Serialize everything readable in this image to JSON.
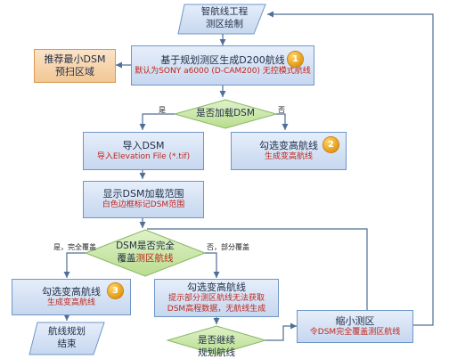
{
  "nodes": {
    "start": {
      "line1": "智航线工程",
      "line2": "测区绘制"
    },
    "generate": {
      "title": "基于规划测区生成D200航线",
      "sub": "默认为SONY a6000 (D-CAM200) 无控模式航线",
      "badge": "1"
    },
    "recommend": {
      "line1": "推荐最小DSM",
      "line2": "预扫区域"
    },
    "decision_dsm": {
      "text": "是否加载DSM"
    },
    "import": {
      "title": "导入DSM",
      "sub": "导入Elevation File (*.tif)"
    },
    "select_right": {
      "title": "勾选变高航线",
      "sub": "生成变高航线",
      "badge": "2"
    },
    "show_range": {
      "title": "显示DSM加载范围",
      "sub": "白色边框标记DSM范围"
    },
    "decision_cover": {
      "line1": "DSM是否完全",
      "line2a": "覆盖",
      "line2b": "测区航线"
    },
    "select_left": {
      "title": "勾选变高航线",
      "sub": "生成变高航线",
      "badge": "3"
    },
    "select_mid": {
      "title": "勾选变高航线",
      "sub1": "提示部分测区航线无法获取",
      "sub2": "DSM高程数据，无航线生成"
    },
    "shrink": {
      "title": "缩小测区",
      "sub": "令DSM完全覆盖测区航线"
    },
    "end": {
      "line1": "航线规划",
      "line2": "结束"
    },
    "decision_continue": {
      "line1": "是否继续",
      "line2": "规划航线"
    }
  },
  "labels": {
    "yes1": "是",
    "no1": "否",
    "yes_full": "是，完全覆盖",
    "no_partial": "否，部分覆盖"
  },
  "colors": {
    "arrow": "#4f6f94",
    "box_fill": "#d3e0f3",
    "box_border": "#6e97c8",
    "highlight_fill": "#f4cf9e",
    "diamond_fill": "#c9e7a6",
    "red_text": "#c0261d",
    "badge": "#e9a21b"
  }
}
